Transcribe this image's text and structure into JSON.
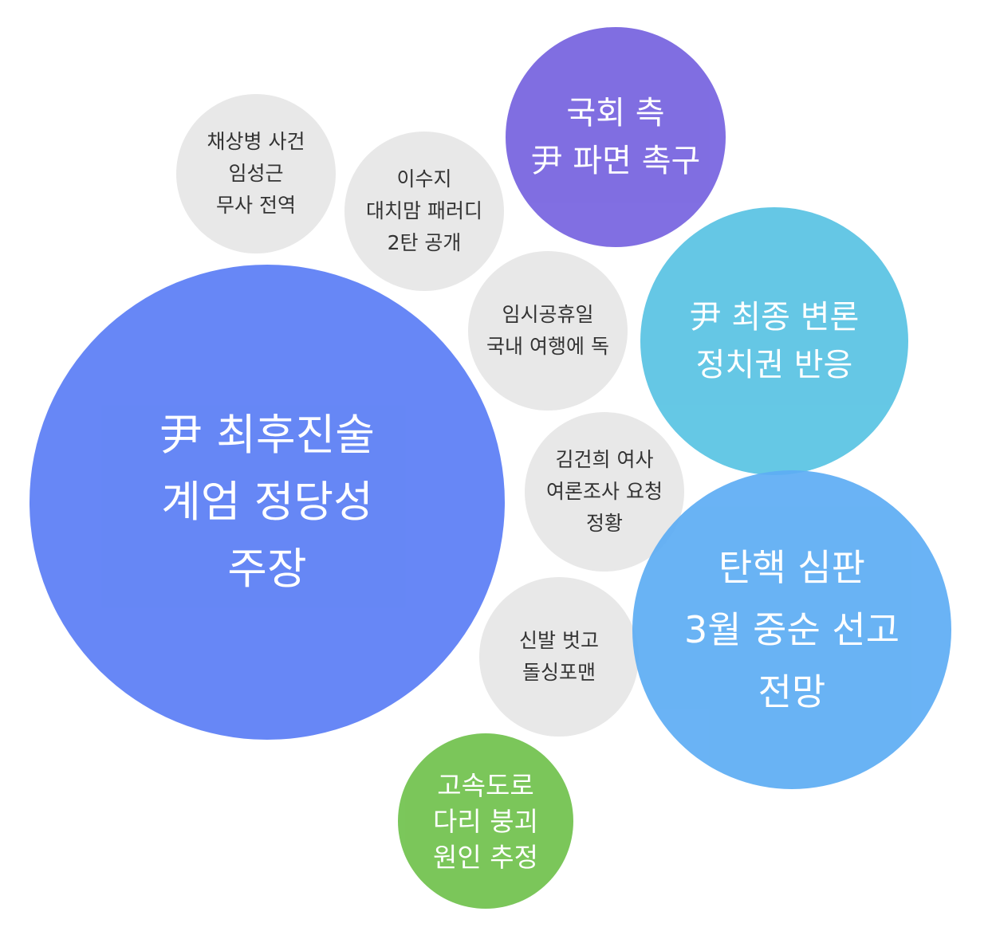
{
  "bubbles": [
    {
      "key": "main",
      "label": "尹 최후진술\n계엄 정당성\n주장",
      "color": "#5a7df5",
      "text_color": "#ffffff"
    },
    {
      "key": "verdict",
      "label": "탄핵 심판\n3월 중순 선고\n전망",
      "color": "#5dadf4",
      "text_color": "#ffffff"
    },
    {
      "key": "final",
      "label": "尹 최종 변론\n정치권 반응",
      "color": "#58c3e3",
      "text_color": "#ffffff"
    },
    {
      "key": "assembly",
      "label": "국회 측\n尹 파면 촉구",
      "color": "#7a67e0",
      "text_color": "#ffffff"
    },
    {
      "key": "road",
      "label": "고속도로\n다리 붕괴\n원인 추정",
      "color": "#74c452",
      "text_color": "#ffffff"
    },
    {
      "key": "chae",
      "label": "채상병 사건\n임성근\n무사 전역",
      "color": "#e8e8e8",
      "text_color": "#333333"
    },
    {
      "key": "leesuji",
      "label": "이수지\n대치맘 패러디\n2탄 공개",
      "color": "#e8e8e8",
      "text_color": "#333333"
    },
    {
      "key": "holiday",
      "label": "임시공휴일\n국내 여행에 독",
      "color": "#e8e8e8",
      "text_color": "#333333"
    },
    {
      "key": "kim",
      "label": "김건희 여사\n여론조사 요청\n정황",
      "color": "#e8e8e8",
      "text_color": "#333333"
    },
    {
      "key": "shin",
      "label": "신발 벗고\n돌싱포맨",
      "color": "#e8e8e8",
      "text_color": "#333333"
    }
  ]
}
